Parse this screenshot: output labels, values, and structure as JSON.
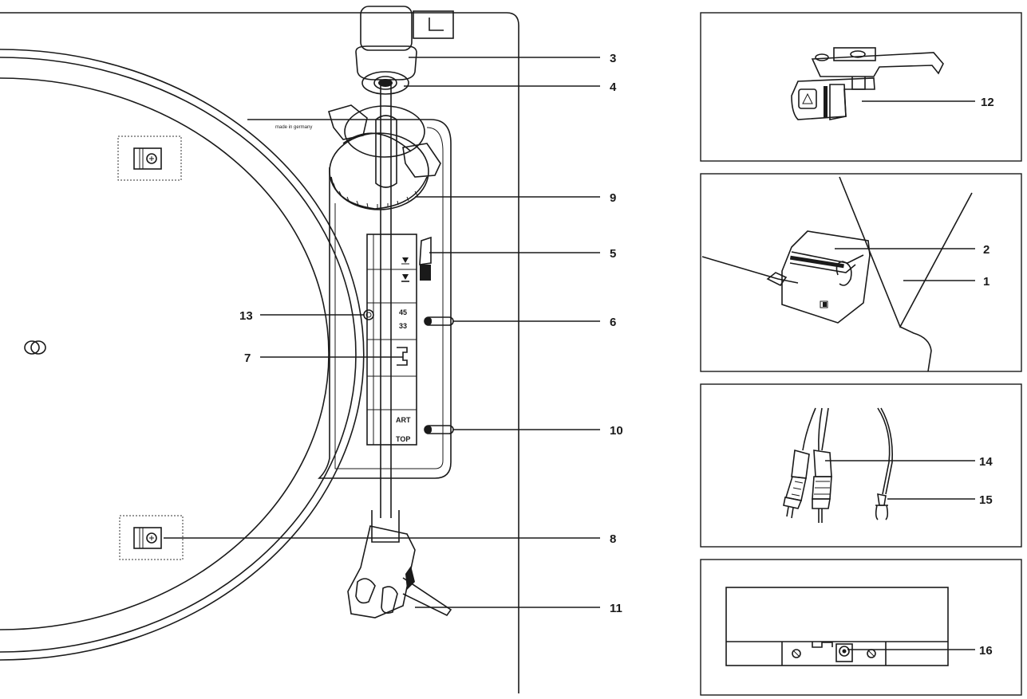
{
  "callouts": {
    "c1": "1",
    "c2": "2",
    "c3": "3",
    "c4": "4",
    "c5": "5",
    "c6": "6",
    "c7": "7",
    "c8": "8",
    "c9": "9",
    "c10": "10",
    "c11": "11",
    "c12": "12",
    "c13": "13",
    "c14": "14",
    "c15": "15",
    "c16": "16"
  },
  "turntable": {
    "made_in": "made in germany",
    "speed_45": "45",
    "speed_33": "33",
    "start_label": "ART",
    "stop_label": "TOP"
  },
  "icons": {
    "transport-screw": "screw-icon",
    "cartridge-logo": "triangle-logo-icon",
    "cover-hinge": "hinge-icon"
  }
}
